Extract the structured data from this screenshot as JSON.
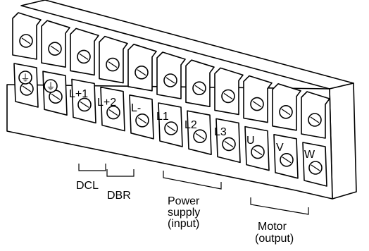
{
  "terminal_labels": [
    "L+1",
    "L+2",
    "L-",
    "L1",
    "L2",
    "L3",
    "U",
    "V",
    "W"
  ],
  "ground_symbol": "⏚",
  "groups": {
    "dcl": "DCL",
    "dbr": "DBR",
    "power_line1": "Power",
    "power_line2": "supply",
    "power_line3": "(input)",
    "motor_line1": "Motor",
    "motor_line2": "(output)"
  },
  "colors": {
    "ink": "#000000",
    "paper": "#ffffff"
  }
}
